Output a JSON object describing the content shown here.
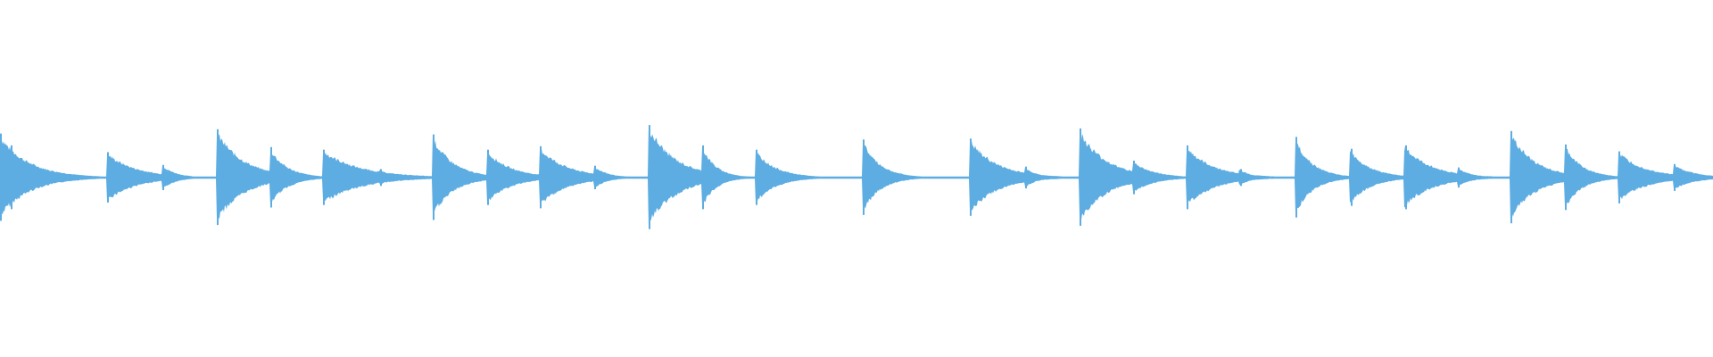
{
  "waveform": {
    "color": "#5dade2",
    "background": "#ffffff",
    "hits": [
      {
        "t": 0.0,
        "amp": 0.52,
        "decay": 0.017
      },
      {
        "t": 0.0063,
        "amp": 0.38,
        "decay": 0.01
      },
      {
        "t": 0.0627,
        "amp": 0.3,
        "decay": 0.017
      },
      {
        "t": 0.0949,
        "amp": 0.15,
        "decay": 0.008
      },
      {
        "t": 0.1266,
        "amp": 0.57,
        "decay": 0.016
      },
      {
        "t": 0.1577,
        "amp": 0.36,
        "decay": 0.01
      },
      {
        "t": 0.1888,
        "amp": 0.33,
        "decay": 0.022
      },
      {
        "t": 0.2219,
        "amp": 0.1,
        "decay": 0.006
      },
      {
        "t": 0.2525,
        "amp": 0.51,
        "decay": 0.012
      },
      {
        "t": 0.2844,
        "amp": 0.33,
        "decay": 0.014
      },
      {
        "t": 0.315,
        "amp": 0.37,
        "decay": 0.016
      },
      {
        "t": 0.3469,
        "amp": 0.14,
        "decay": 0.008
      },
      {
        "t": 0.3788,
        "amp": 0.62,
        "decay": 0.016
      },
      {
        "t": 0.4101,
        "amp": 0.38,
        "decay": 0.008
      },
      {
        "t": 0.4413,
        "amp": 0.33,
        "decay": 0.012
      },
      {
        "t": 0.5038,
        "amp": 0.45,
        "decay": 0.01
      },
      {
        "t": 0.5663,
        "amp": 0.46,
        "decay": 0.016
      },
      {
        "t": 0.5984,
        "amp": 0.13,
        "decay": 0.007
      },
      {
        "t": 0.6301,
        "amp": 0.58,
        "decay": 0.016
      },
      {
        "t": 0.6614,
        "amp": 0.2,
        "decay": 0.012
      },
      {
        "t": 0.6926,
        "amp": 0.38,
        "decay": 0.016
      },
      {
        "t": 0.7238,
        "amp": 0.1,
        "decay": 0.007
      },
      {
        "t": 0.7563,
        "amp": 0.48,
        "decay": 0.01
      },
      {
        "t": 0.7883,
        "amp": 0.34,
        "decay": 0.012
      },
      {
        "t": 0.8201,
        "amp": 0.38,
        "decay": 0.016
      },
      {
        "t": 0.8511,
        "amp": 0.12,
        "decay": 0.008
      },
      {
        "t": 0.882,
        "amp": 0.55,
        "decay": 0.014
      },
      {
        "t": 0.9138,
        "amp": 0.39,
        "decay": 0.01
      },
      {
        "t": 0.945,
        "amp": 0.31,
        "decay": 0.016
      },
      {
        "t": 0.977,
        "amp": 0.16,
        "decay": 0.012
      }
    ]
  }
}
